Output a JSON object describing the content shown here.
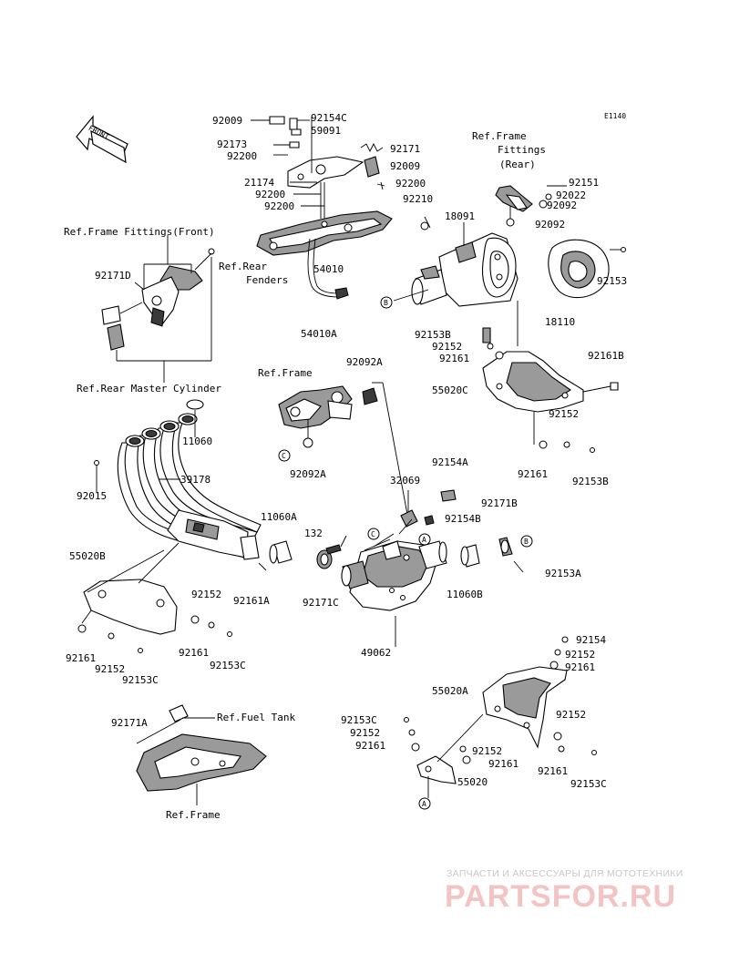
{
  "diagram_code": "E1140",
  "front_arrow_label": "FRONT",
  "watermark": {
    "top": "ЗАПЧАСТИ И АКСЕССУАРЫ ДЛЯ МОТОТЕХНИКИ",
    "main": "PARTSFOR.RU"
  },
  "ref_labels": {
    "frame_fittings_front": "Ref.Frame Fittings(Front)",
    "frame_fittings_rear_1": "Ref.Frame",
    "frame_fittings_rear_2": "Fittings",
    "frame_fittings_rear_3": "(Rear)",
    "rear_fenders_1": "Ref.Rear",
    "rear_fenders_2": "Fenders",
    "rear_master_cylinder": "Ref.Rear Master Cylinder",
    "frame_mid": "Ref.Frame",
    "fuel_tank": "Ref.Fuel Tank",
    "frame_bottom": "Ref.Frame"
  },
  "callouts": {
    "a": "A",
    "b": "B",
    "c": "C"
  },
  "part_numbers": {
    "p92009_a": "92009",
    "p92154c": "92154C",
    "p59091": "59091",
    "p92173": "92173",
    "p92200_a": "92200",
    "p92171": "92171",
    "p92009_b": "92009",
    "p21174": "21174",
    "p92200_b": "92200",
    "p92200_c": "92200",
    "p92200_d": "92200",
    "p92210": "92210",
    "p18091": "18091",
    "p92151": "92151",
    "p92022": "92022",
    "p92092_a": "92092",
    "p92092_b": "92092",
    "p92153_a": "92153",
    "p18110": "18110",
    "p54010": "54010",
    "p54010a": "54010A",
    "p92171d": "92171D",
    "p92153b_a": "92153B",
    "p92152_a": "92152",
    "p92161_a": "92161",
    "p92161b": "92161B",
    "p55020c": "55020C",
    "p92092a_a": "92092A",
    "p11060": "11060",
    "p92152_b": "92152",
    "p92161_b": "92161",
    "p92153b_b": "92153B",
    "p92092a_b": "92092A",
    "p39178": "39178",
    "p92015": "92015",
    "p92154a": "92154A",
    "p32069": "32069",
    "p92171b": "92171B",
    "p11060a": "11060A",
    "p92154b": "92154B",
    "p132": "132",
    "p55020b": "55020B",
    "p92161a": "92161A",
    "p92171c": "92171C",
    "p11060b": "11060B",
    "p92153a": "92153A",
    "p92152_c": "92152",
    "p92161_c": "92161",
    "p92153c_a": "92153C",
    "p92161_d": "92161",
    "p92152_d": "92152",
    "p92153c_b": "92153C",
    "p49062": "49062",
    "p92154": "92154",
    "p92152_e": "92152",
    "p92161_e": "92161",
    "p55020a": "55020A",
    "p92171a": "92171A",
    "p92153c_c": "92153C",
    "p92152_f": "92152",
    "p92161_f": "92161",
    "p92152_g": "92152",
    "p92152_h": "92152",
    "p92161_g": "92161",
    "p92161_h": "92161",
    "p55020": "55020",
    "p92153c_d": "92153C"
  }
}
